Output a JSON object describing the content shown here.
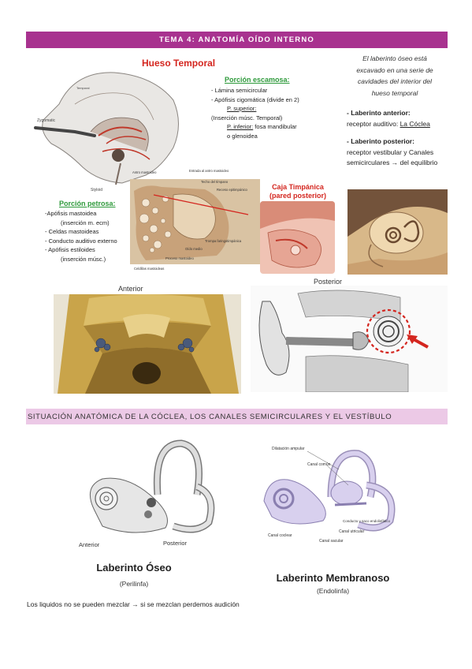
{
  "header": {
    "title": "TEMA 4: ANATOMÍA OÍDO INTERNO"
  },
  "temporal": {
    "title": "Hueso Temporal",
    "escamosa": {
      "title": "Porción escamosa:",
      "items": [
        "- Lámina semicircular",
        "- Apófisis cigomática  (divide en 2)"
      ],
      "superior_label": "P. superior:",
      "superior_text": "(Inserción músc. Temporal)",
      "inferior_label": "P. inferior:",
      "inferior_text": " fosa mandibular",
      "inferior_text2": "o glenoidea"
    },
    "petrosa": {
      "title": "Porción petrosa:",
      "items": [
        "-Apófisis mastoidea",
        "(inserción m. ecm)",
        "- Celdas mastoideas",
        "- Conducto auditivo externo",
        "- Apófisis estiloides",
        "(inserción músc.)"
      ]
    },
    "skull_labels": [
      "Temporal",
      "Zygomatic",
      "Styloid"
    ],
    "mastoid_labels": {
      "antro": "Antro mastoideo",
      "entrada": "Entrada al antro mastoideo",
      "techo": "Techo del tímpano",
      "receso": "Receso epitimpánico",
      "trompa": "Trompa faringotimpánica",
      "oido": "Oído medio",
      "proceso": "Proceso mastoideo",
      "celdillas": "Celdillas mastoideas"
    },
    "caja": {
      "title": "Caja Timpánica",
      "subtitle": "(pared posterior)"
    }
  },
  "right_notes": {
    "intro": "El laberinto óseo está excavado en una serie de cavidades del interior del hueso temporal",
    "anterior_bold": "- Laberinto anterior:",
    "anterior_text": "receptor auditivo: ",
    "anterior_link": "La Cóclea",
    "posterior_bold": "- Laberinto posterior:",
    "posterior_text": "receptor vestibular y Canales semicirculares → del equilibrio"
  },
  "figures": {
    "skull_base_label": "Anterior",
    "ear_label": "Posterior"
  },
  "section2": {
    "title": "SITUACIÓN ANATÓMICA DE LA CÓCLEA, LOS CANALES SEMICIRCULARES Y EL VESTÍBULO",
    "oseo": {
      "label_anterior": "Anterior",
      "label_posterior": "Posterior",
      "caption": "Laberinto Óseo",
      "sub": "(Perilinfa)"
    },
    "membranoso": {
      "labels": [
        "Dilatación ampular",
        "Canal común",
        "Canal coclear",
        "Conducto y saco endolinfático",
        "Canal utricular",
        "Canal sacular"
      ],
      "caption": "Laberinto Membranoso",
      "sub": "(Endolinfa)"
    },
    "footer_note": "Los liquidos no se pueden mezclar → si se mezclan perdemos audición"
  },
  "colors": {
    "banner": "#a8328f",
    "section": "#ecc9e6",
    "red": "#d4261f",
    "green": "#2e9a3b"
  }
}
